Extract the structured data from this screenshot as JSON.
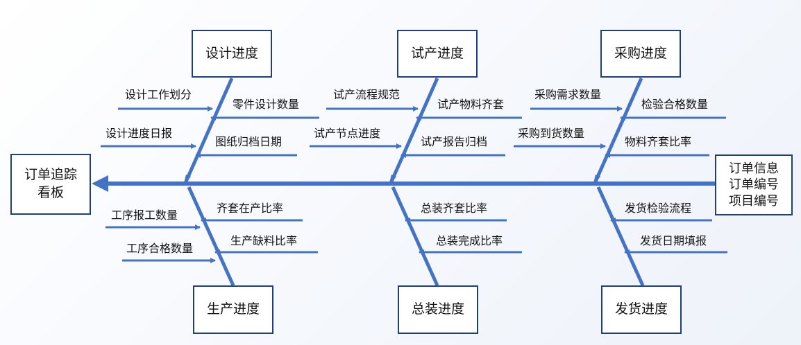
{
  "colors": {
    "line": "#4472c4",
    "box_border": "#1f3f7a",
    "text": "#111111"
  },
  "head": {
    "line1": "订单追踪",
    "line2": "看板"
  },
  "tail": {
    "line1": "订单信息",
    "line2": "订单编号",
    "line3": "项目编号"
  },
  "categories": {
    "design": "设计进度",
    "trial": "试产进度",
    "purchase": "采购进度",
    "production": "生产进度",
    "assembly": "总装进度",
    "shipping": "发货进度"
  },
  "causes": {
    "design": [
      "设计工作划分",
      "零件设计数量",
      "设计进度日报",
      "图纸归档日期"
    ],
    "trial": [
      "试产流程规范",
      "试产物料齐套",
      "试产节点进度",
      "试产报告归档"
    ],
    "purchase": [
      "采购需求数量",
      "检验合格数量",
      "采购到货数量",
      "物料齐套比率"
    ],
    "production": [
      "工序报工数量",
      "齐套在产比率",
      "工序合格数量",
      "生产缺料比率"
    ],
    "assembly": [
      "总装齐套比率",
      "总装完成比率"
    ],
    "shipping": [
      "发货检验流程",
      "发货日期填报"
    ]
  }
}
